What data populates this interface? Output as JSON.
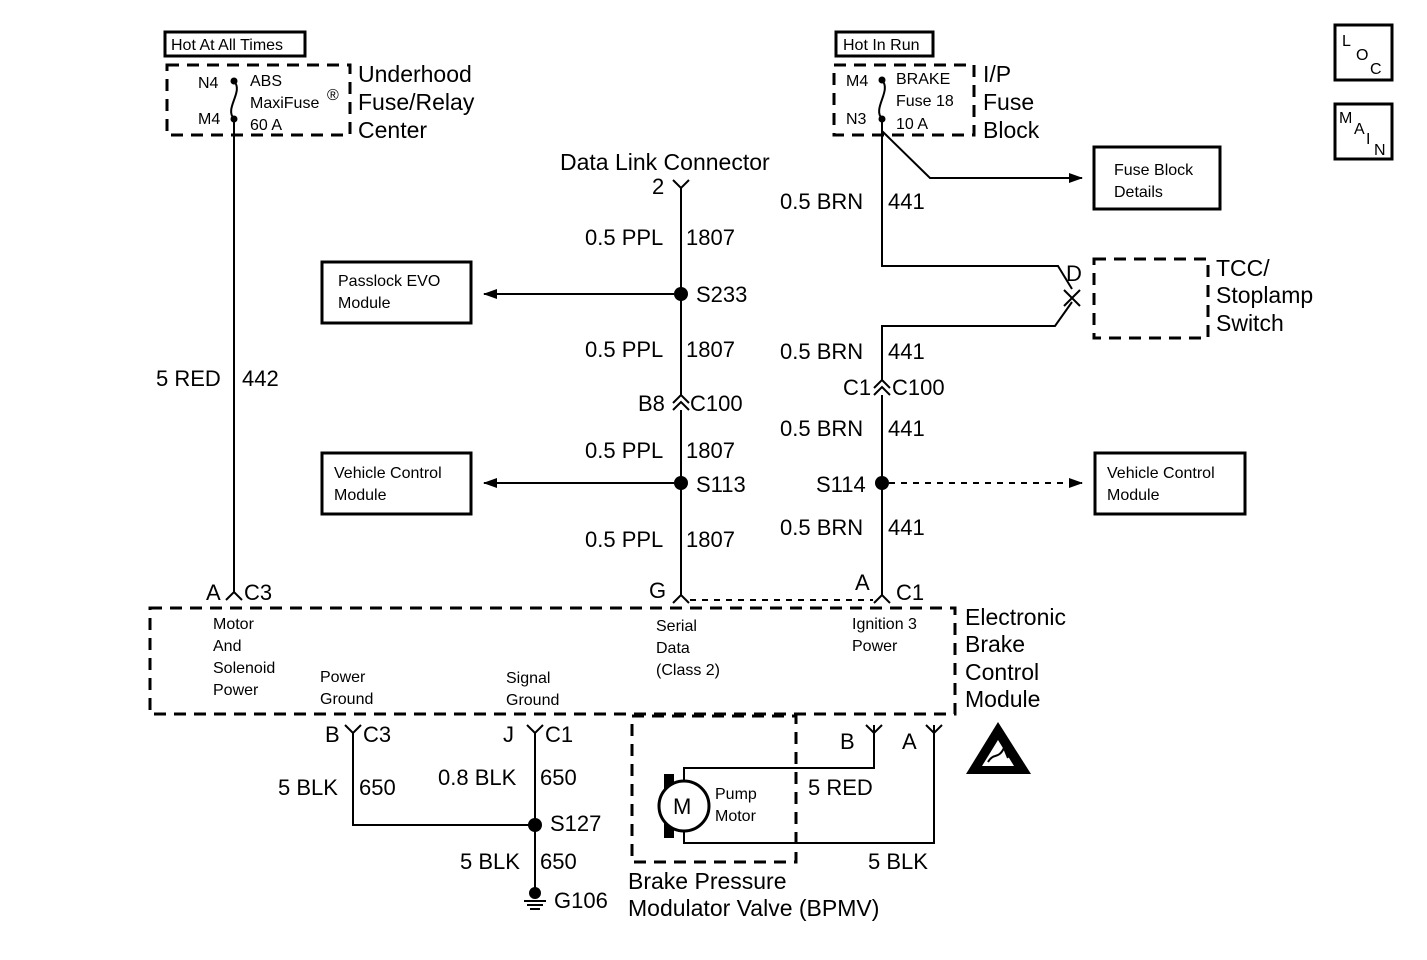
{
  "nav": {
    "loc": [
      "L",
      "O",
      "C"
    ],
    "main": [
      "M",
      "A",
      "I",
      "N"
    ]
  },
  "fuse_left": {
    "hot": "Hot At All Times",
    "pin_top": "N4",
    "pin_bot": "M4",
    "l1": "ABS",
    "l2": "MaxiFuse",
    "reg": "®",
    "l3": "60 A",
    "name1": "Underhood",
    "name2": "Fuse/Relay",
    "name3": "Center"
  },
  "fuse_right": {
    "hot": "Hot In Run",
    "pin_top": "M4",
    "pin_bot": "N3",
    "l1": "BRAKE",
    "l2": "Fuse 18",
    "l3": "10 A",
    "name1": "I/P",
    "name2": "Fuse",
    "name3": "Block"
  },
  "dlc": {
    "title": "Data Link Connector",
    "pin": "2"
  },
  "fuse_details": {
    "l1": "Fuse Block",
    "l2": "Details"
  },
  "tcc": {
    "pin": "D",
    "l1": "TCC/",
    "l2": "Stoplamp",
    "l3": "Switch"
  },
  "passlock": {
    "l1": "Passlock EVO",
    "l2": "Module"
  },
  "vcm_left": {
    "l1": "Vehicle Control",
    "l2": "Module"
  },
  "vcm_right": {
    "l1": "Vehicle Control",
    "l2": "Module"
  },
  "wires": {
    "red442_size": "5 RED",
    "red442_circ": "442",
    "ppl1_size": "0.5 PPL",
    "ppl1_circ": "1807",
    "ppl2_size": "0.5 PPL",
    "ppl2_circ": "1807",
    "ppl3_size": "0.5 PPL",
    "ppl3_circ": "1807",
    "ppl4_size": "0.5 PPL",
    "ppl4_circ": "1807",
    "brn1_size": "0.5 BRN",
    "brn1_circ": "441",
    "brn2_size": "0.5 BRN",
    "brn2_circ": "441",
    "brn3_size": "0.5 BRN",
    "brn3_circ": "441",
    "brn4_size": "0.5 BRN",
    "brn4_circ": "441",
    "blk1_size": "5 BLK",
    "blk1_circ": "650",
    "blk2_size": "0.8 BLK",
    "blk2_circ": "650",
    "blk3_size": "5 BLK",
    "blk3_circ": "650",
    "red_motor": "5 RED",
    "blk_motor": "5 BLK"
  },
  "splices": {
    "s233": "S233",
    "s113": "S113",
    "s114": "S114",
    "s127": "S127",
    "g106": "G106"
  },
  "conn": {
    "b8": "B8",
    "c100a": "C100",
    "c1": "C1",
    "c100b": "C100",
    "a_left": "A",
    "c3_top": "C3",
    "g": "G",
    "a_right": "A",
    "c1_top": "C1",
    "b_bot": "B",
    "c3_bot": "C3",
    "j": "J",
    "c1_bot": "C1",
    "b_mod": "B",
    "a_mod": "A"
  },
  "ebcm": {
    "name1": "Electronic",
    "name2": "Brake",
    "name3": "Control",
    "name4": "Module",
    "motor1": "Motor",
    "motor2": "And",
    "motor3": "Solenoid",
    "motor4": "Power",
    "pg1": "Power",
    "pg2": "Ground",
    "sg1": "Signal",
    "sg2": "Ground",
    "sd1": "Serial",
    "sd2": "Data",
    "sd3": "(Class 2)",
    "ig1": "Ignition 3",
    "ig2": "Power"
  },
  "bpmv": {
    "motor_symbol": "M",
    "pump1": "Pump",
    "pump2": "Motor",
    "name1": "Brake Pressure",
    "name2": "Modulator Valve (BPMV)"
  }
}
